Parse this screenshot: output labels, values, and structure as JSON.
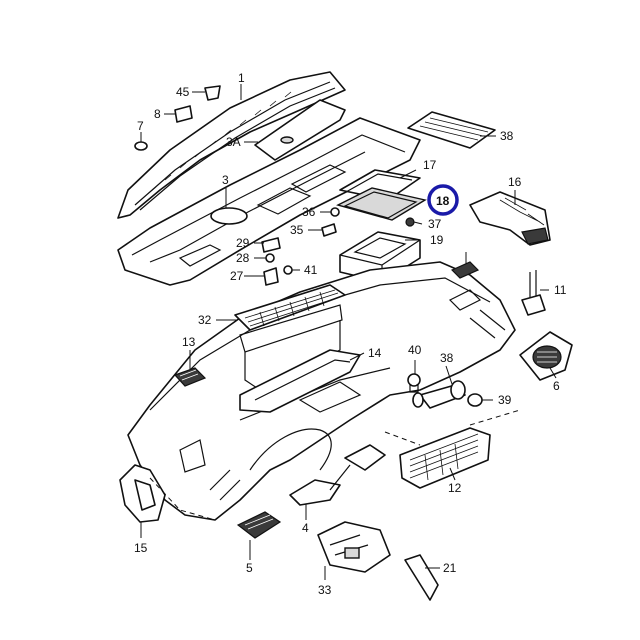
{
  "diagram": {
    "highlight_color": "#1a1aa8",
    "highlighted_part": "18",
    "callouts": {
      "c1": "1",
      "c3": "3",
      "c3a": "3A",
      "c4": "4",
      "c5": "5",
      "c6": "6",
      "c7": "7",
      "c8": "8",
      "c11": "11",
      "c12": "12",
      "c13": "13",
      "c14": "14",
      "c15": "15",
      "c16": "16",
      "c17": "17",
      "c18": "18",
      "c19": "19",
      "c21": "21",
      "c27": "27",
      "c28": "28",
      "c29": "29",
      "c32": "32",
      "c33": "33",
      "c35": "35",
      "c36": "36",
      "c37": "37",
      "c38a": "38",
      "c38b": "38",
      "c39": "39",
      "c40": "40",
      "c41": "41",
      "c45": "45"
    }
  }
}
